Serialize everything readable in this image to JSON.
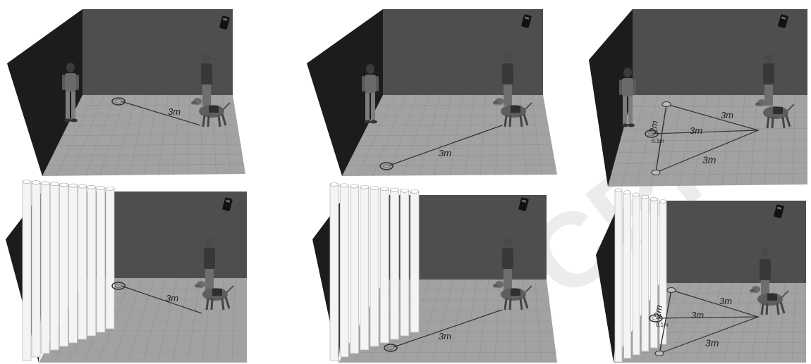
{
  "colors": {
    "wall_left": "#1c1c1c",
    "wall_back": "#4e4e4e",
    "floor": "#a2a2a2",
    "grid": "#8f8f8f",
    "line": "#333333",
    "curtain": "#f4f4f4",
    "watermark": "#e8e8e8"
  },
  "panels": [
    {
      "row": "top",
      "col": 1,
      "curtain": false,
      "scene": "single-straight",
      "labels": {
        "distance": "3m"
      }
    },
    {
      "row": "top",
      "col": 2,
      "curtain": false,
      "scene": "single-diagonal",
      "labels": {
        "distance": "3m"
      }
    },
    {
      "row": "top",
      "col": 3,
      "curtain": false,
      "scene": "triangle",
      "labels": {
        "side_top": "3m",
        "side_mid": "3m",
        "side_bottom": "3m",
        "vertical": "2m",
        "spacing": "0.1m"
      }
    },
    {
      "row": "bottom",
      "col": 1,
      "curtain": true,
      "scene": "single-straight",
      "labels": {
        "distance": "3m"
      }
    },
    {
      "row": "bottom",
      "col": 2,
      "curtain": true,
      "scene": "single-diagonal",
      "labels": {
        "distance": "3m"
      }
    },
    {
      "row": "bottom",
      "col": 3,
      "curtain": true,
      "scene": "triangle",
      "labels": {
        "side_top": "3m",
        "side_mid": "3m",
        "side_bottom": "3m",
        "vertical": "2m",
        "spacing": "0.1m"
      }
    }
  ]
}
